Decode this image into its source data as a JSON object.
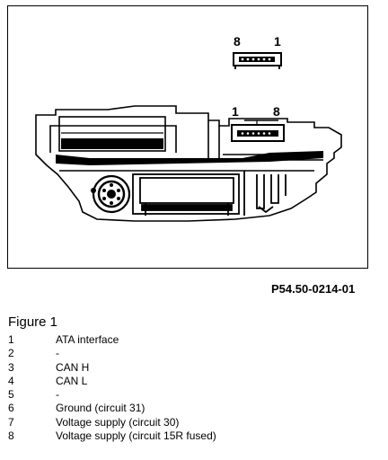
{
  "diagram": {
    "connector_top_labels": {
      "left": "8",
      "right": "1"
    },
    "connector_unit_labels": {
      "left": "1",
      "right": "8"
    }
  },
  "figure_id": "P54.50-0214-01",
  "figure_title": "Figure 1",
  "legend": [
    {
      "num": "1",
      "text": "ATA interface"
    },
    {
      "num": "2",
      "text": "-"
    },
    {
      "num": "3",
      "text": "CAN H"
    },
    {
      "num": "4",
      "text": "CAN L"
    },
    {
      "num": "5",
      "text": "-"
    },
    {
      "num": "6",
      "text": "Ground (circuit 31)"
    },
    {
      "num": "7",
      "text": "Voltage supply (circuit 30)"
    },
    {
      "num": "8",
      "text": "Voltage supply (circuit 15R fused)"
    }
  ]
}
